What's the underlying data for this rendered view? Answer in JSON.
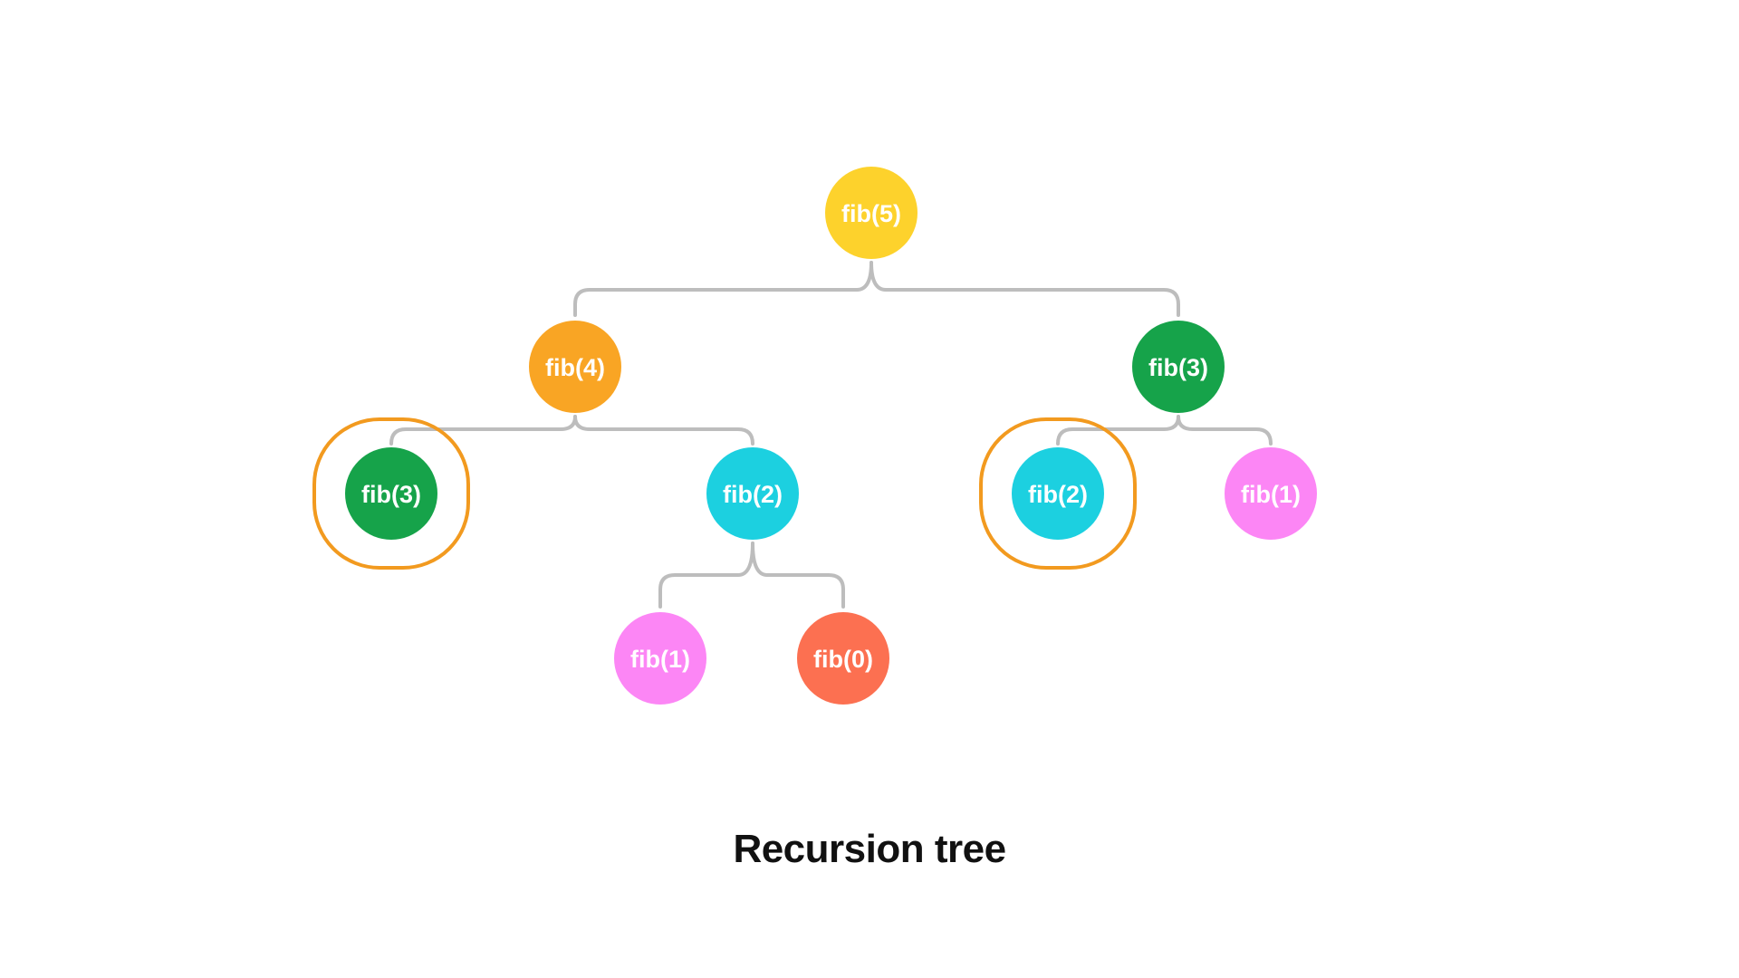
{
  "caption": "Recursion tree",
  "colors": {
    "connector": "#bdbdbd",
    "highlight": "#f29a1f"
  },
  "nodes": [
    {
      "id": "n5",
      "label": "fib(5)",
      "color": "#fdd22c",
      "highlighted": false
    },
    {
      "id": "n4",
      "label": "fib(4)",
      "color": "#f9a524",
      "highlighted": false
    },
    {
      "id": "n3a",
      "label": "fib(3)",
      "color": "#16a34a",
      "highlighted": false
    },
    {
      "id": "n3b",
      "label": "fib(3)",
      "color": "#16a34a",
      "highlighted": true
    },
    {
      "id": "n2a",
      "label": "fib(2)",
      "color": "#1cd0e0",
      "highlighted": false
    },
    {
      "id": "n2b",
      "label": "fib(2)",
      "color": "#1cd0e0",
      "highlighted": true
    },
    {
      "id": "n1a",
      "label": "fib(1)",
      "color": "#fc86f5",
      "highlighted": false
    },
    {
      "id": "n1b",
      "label": "fib(1)",
      "color": "#fc86f5",
      "highlighted": false
    },
    {
      "id": "n0",
      "label": "fib(0)",
      "color": "#fc7051",
      "highlighted": false
    }
  ],
  "edges": [
    {
      "parent": "n5",
      "children": [
        "n4",
        "n3a"
      ]
    },
    {
      "parent": "n4",
      "children": [
        "n3b",
        "n2a"
      ]
    },
    {
      "parent": "n3a",
      "children": [
        "n2b",
        "n1b"
      ]
    },
    {
      "parent": "n2a",
      "children": [
        "n1a",
        "n0"
      ]
    }
  ]
}
